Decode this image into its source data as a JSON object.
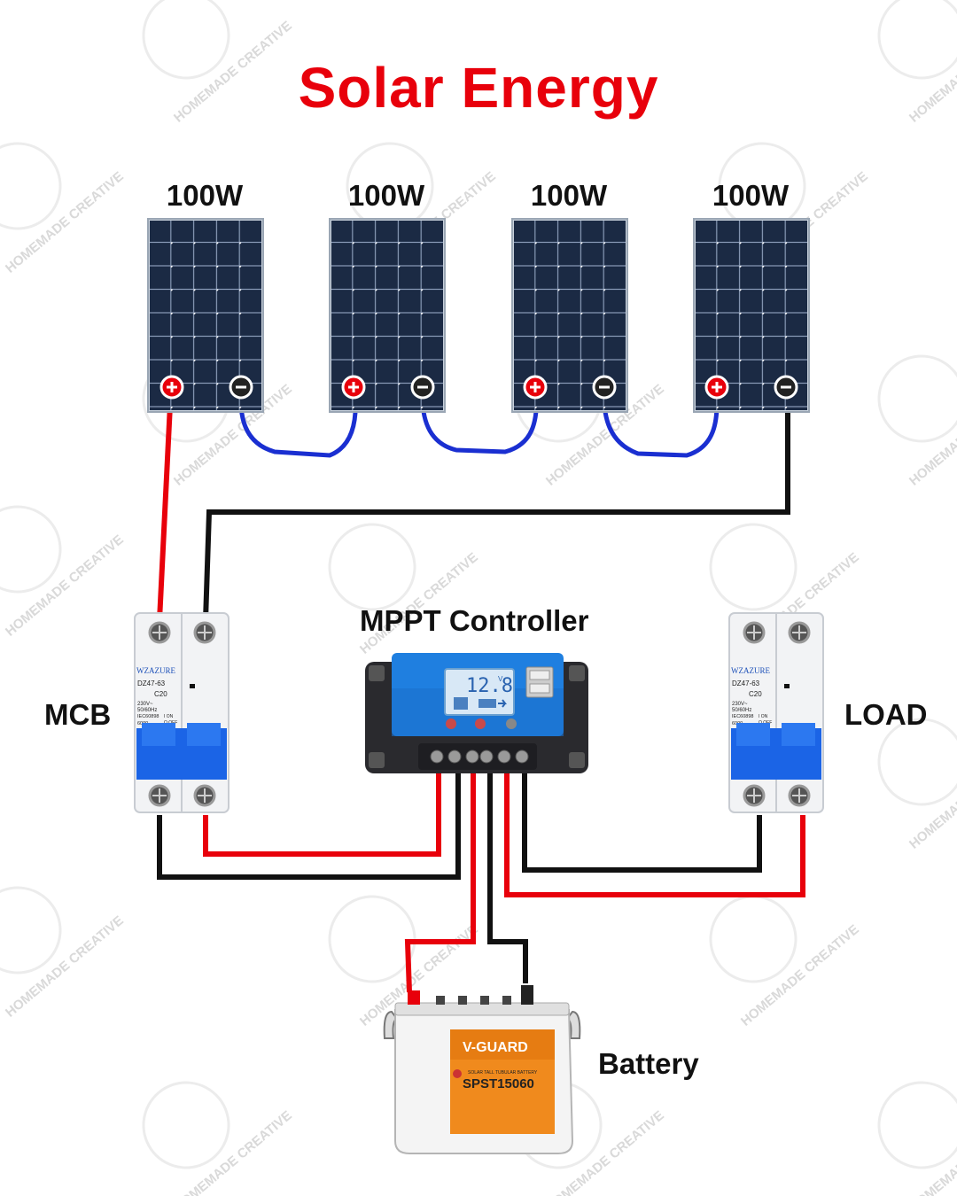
{
  "title": "Solar Energy",
  "panels": [
    {
      "watts": "100W"
    },
    {
      "watts": "100W"
    },
    {
      "watts": "100W"
    },
    {
      "watts": "100W"
    }
  ],
  "controller": {
    "label": "MPPT Controller",
    "display_value": "12.8",
    "display_unit": "V"
  },
  "mcb_left": {
    "label": "MCB",
    "brand": "WZAZURE",
    "model": "DZ47-63",
    "rating": "C20",
    "spec1": "230V~",
    "spec2": "50/60Hz",
    "standard": "IEC60898",
    "spec3": "6000",
    "on": "I ON",
    "off": "O OFF"
  },
  "mcb_right": {
    "label": "LOAD",
    "brand": "WZAZURE",
    "model": "DZ47-63",
    "rating": "C20",
    "spec1": "230V~",
    "spec2": "50/60Hz",
    "standard": "IEC60898",
    "spec3": "6000",
    "on": "I ON",
    "off": "O OFF"
  },
  "battery": {
    "label": "Battery",
    "brand": "V-GUARD",
    "subtitle": "SOLAR TALL TUBULAR BATTERY",
    "model": "SPST15060"
  },
  "watermark": "HOMEMADE CREATIVE",
  "colors": {
    "title": "#e8000b",
    "positive_wire": "#e8000b",
    "negative_wire": "#111111",
    "series_wire": "#1a2fd1",
    "panel_cell": "#1b2a44",
    "mcb_handle": "#1b64e6",
    "battery_label": "#f08a1d"
  },
  "icons": {
    "positive_terminal": "plus-icon",
    "negative_terminal": "minus-icon"
  }
}
